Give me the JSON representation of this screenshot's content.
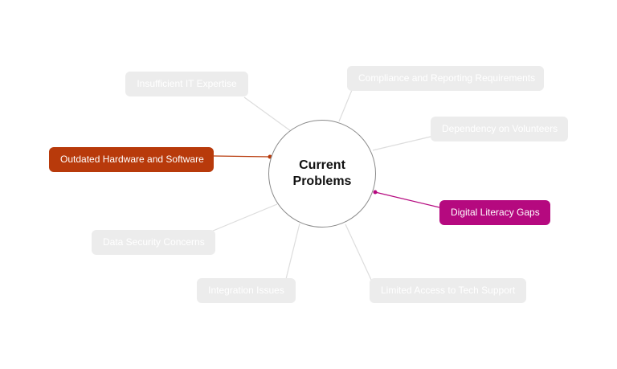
{
  "center": {
    "label": "Current Problems"
  },
  "colors": {
    "inactive_node": "#ececec",
    "inactive_link": "#dddddd",
    "highlight_1": "#b83a0b",
    "highlight_2": "#b5097f",
    "center_border": "#8a8a8a"
  },
  "nodes": [
    {
      "id": "insufficient-it-expertise",
      "label": "Insufficient IT Expertise",
      "state": "dim"
    },
    {
      "id": "compliance-reporting",
      "label": "Compliance and Reporting Requirements",
      "state": "dim"
    },
    {
      "id": "dependency-volunteers",
      "label": "Dependency on Volunteers",
      "state": "dim"
    },
    {
      "id": "outdated-hardware-software",
      "label": "Outdated Hardware and Software",
      "state": "active-1"
    },
    {
      "id": "digital-literacy-gaps",
      "label": "Digital Literacy Gaps",
      "state": "active-2"
    },
    {
      "id": "data-security-concerns",
      "label": "Data Security Concerns",
      "state": "dim"
    },
    {
      "id": "integration-issues",
      "label": "Integration Issues",
      "state": "dim"
    },
    {
      "id": "limited-tech-support",
      "label": "Limited Access to Tech Support",
      "state": "dim"
    }
  ]
}
